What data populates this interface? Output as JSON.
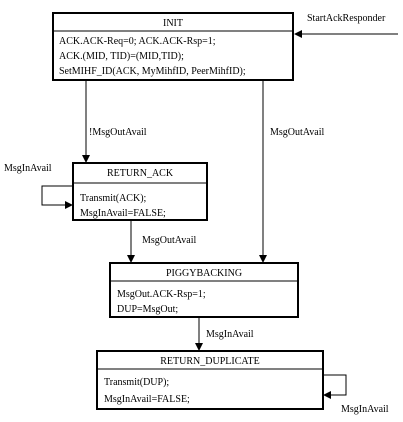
{
  "states": {
    "init": {
      "name": "INIT",
      "actions": [
        "ACK.ACK-Req=0; ACK.ACK-Rsp=1;",
        "ACK.(MID, TID)=(MID,TID);",
        "SetMIHF_ID(ACK, MyMihfID, PeerMihfID);"
      ]
    },
    "return_ack": {
      "name": "RETURN_ACK",
      "actions": [
        "Transmit(ACK);",
        "MsgInAvail=FALSE;"
      ]
    },
    "piggybacking": {
      "name": "PIGGYBACKING",
      "actions": [
        "MsgOut.ACK-Rsp=1;",
        "DUP=MsgOut;"
      ]
    },
    "return_duplicate": {
      "name": "RETURN_DUPLICATE",
      "actions": [
        "Transmit(DUP);",
        "MsgInAvail=FALSE;"
      ]
    }
  },
  "transitions": {
    "start": "StartAckResponder",
    "init_to_return_ack": "!MsgOutAvail",
    "init_to_piggybacking": "MsgOutAvail",
    "return_ack_self": "MsgInAvail",
    "return_ack_to_piggybacking": "MsgOutAvail",
    "piggybacking_to_return_duplicate": "MsgInAvail",
    "return_duplicate_self": "MsgInAvail"
  }
}
